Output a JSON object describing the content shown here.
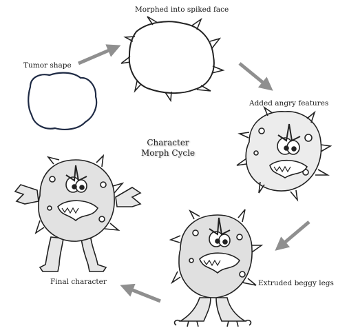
{
  "diagram": {
    "title_line1": "Character",
    "title_line2": "Morph Cycle",
    "steps": [
      {
        "label": "Tumor shape"
      },
      {
        "label": "Morphed into spiked face"
      },
      {
        "label": "Added angry features"
      },
      {
        "label": "Extruded beggy legs"
      },
      {
        "label": "Final character"
      }
    ]
  },
  "colors": {
    "outline": "#222222",
    "arrow": "#8f8f8f",
    "body_fill": "#e4e4e4",
    "tumor_outline": "#1e2a44"
  },
  "icons": [
    "tumor-blob",
    "spiked-blob",
    "angry-face",
    "legged-creature",
    "final-creature",
    "arrow"
  ]
}
